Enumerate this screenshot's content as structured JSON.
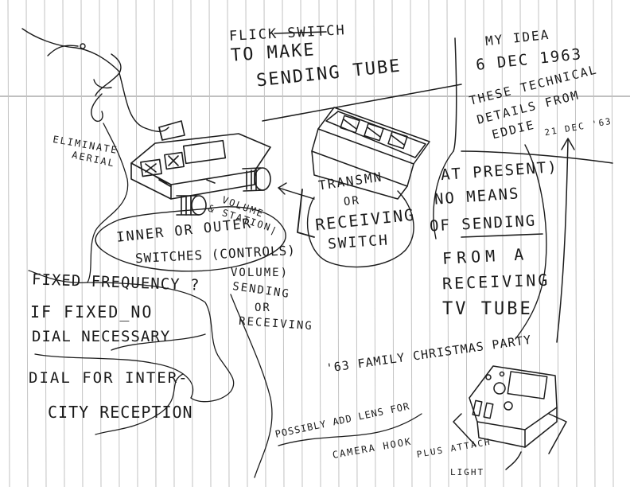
{
  "notes": {
    "title": {
      "line1_prefix": "FLICK ",
      "line1_underlined": "SWITCH",
      "line2": "TO MAKE",
      "line3": "SENDING TUBE"
    },
    "idea": {
      "line1": "MY IDEA",
      "line2": "6 DEC 1963"
    },
    "technical": {
      "line1": "THESE TECHNICAL",
      "line2": "DETAILS FROM",
      "line3": "EDDIE",
      "date": "21 DEC '63"
    },
    "eliminate": {
      "line1": "ELIMINATE",
      "line2": "AERIAL"
    },
    "volume": {
      "line1": "VOLUME",
      "line2": "& STATION",
      "line3": "/"
    },
    "transmit": {
      "line1": "TRANSMN",
      "line2": "OR",
      "line3": "RECEIVING",
      "line4": "SWITCH"
    },
    "present": {
      "line1": "AT PRESENT)",
      "line2": "NO MEANS",
      "line3_prefix": "OF ",
      "line3_underlined": "SENDING",
      "line4": "FROM A",
      "line5": "RECEIVING",
      "line6": "TV TUBE"
    },
    "inner": {
      "line1": "INNER OR OUTER",
      "line2": "SWITCHES (CONTROLS)",
      "line3": "VOLUME)",
      "line4": "SENDING",
      "line5": "OR",
      "line6": "RECEIVING"
    },
    "fixed": {
      "line1": "FIXED FREQUENCY ?",
      "line2": "IF FIXED_NO",
      "line3": "DIAL NECESSARY"
    },
    "dial": {
      "line1": "DIAL FOR INTER-",
      "line2": "CITY RECEPTION"
    },
    "party": {
      "text": "'63 FAMILY CHRISTMAS PARTY"
    },
    "lens": {
      "line1": "POSSIBLY ADD LENS FOR",
      "line2": "CAMERA HOOK",
      "line3": "PLUS ATTACH",
      "line4": "LIGHT"
    }
  },
  "icons": {
    "main_device": "handheld-tv-device-sketch",
    "screen_sketch": "tv-screen-with-switches-sketch",
    "camera_sketch": "camera-attachment-sketch",
    "aerial": "aerial-antenna-sketch"
  }
}
